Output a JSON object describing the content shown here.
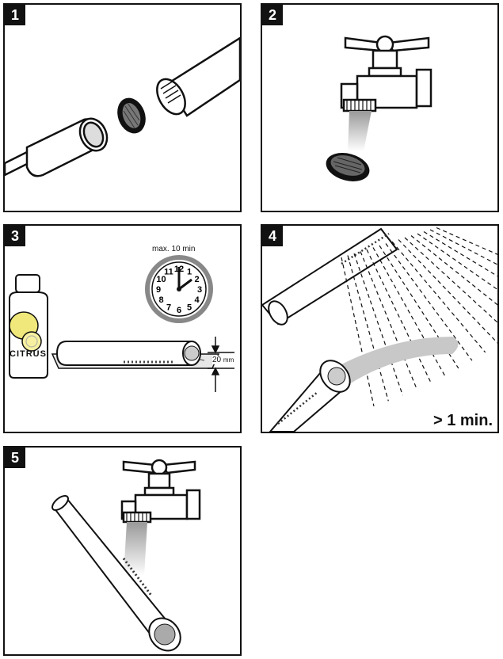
{
  "steps": [
    {
      "number": "1"
    },
    {
      "number": "2"
    },
    {
      "number": "3",
      "clock_label": "max. 10 min",
      "product_label": "CITRUS",
      "depth_label": "20",
      "depth_unit": "mm",
      "clock_numbers": [
        "12",
        "1",
        "2",
        "3",
        "4",
        "5",
        "6",
        "7",
        "8",
        "9",
        "10",
        "11"
      ]
    },
    {
      "number": "4",
      "duration_label": "> 1 min."
    },
    {
      "number": "5"
    }
  ],
  "icons": [
    "shower-hose-icon",
    "filter-screen-icon",
    "faucet-icon",
    "clock-icon",
    "cleaner-bottle-icon",
    "lemon-icon",
    "water-spray-icon"
  ]
}
